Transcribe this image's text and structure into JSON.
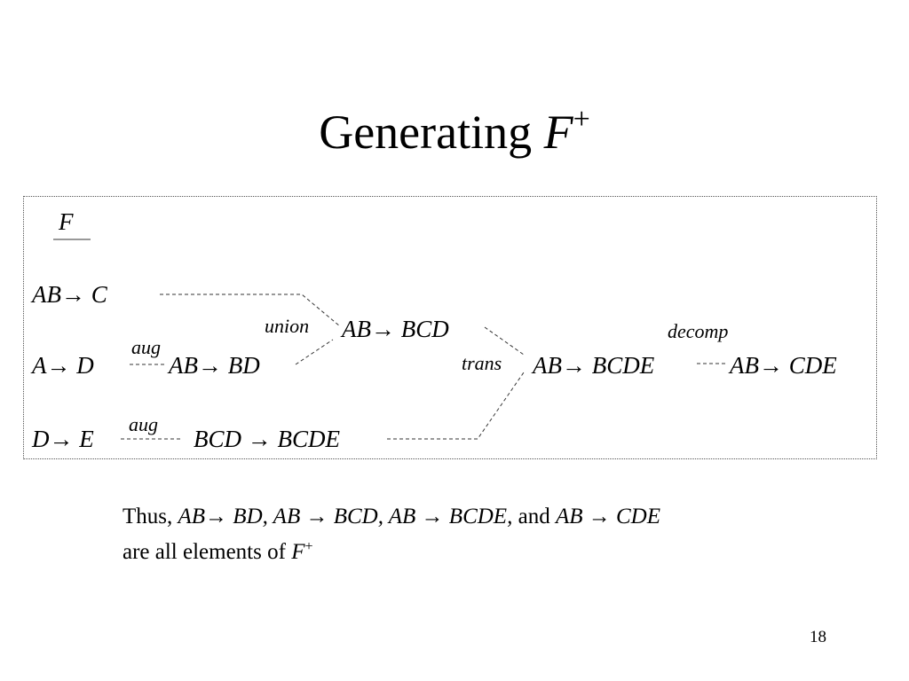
{
  "slide": {
    "title_main": "Generating ",
    "title_italic": "F",
    "title_sup": "+",
    "page_number": "18"
  },
  "diagram": {
    "f_header": "F",
    "fds": {
      "ab_c": "AB→  C",
      "a_d": "A→ D",
      "d_e": "D→ E",
      "ab_bd": "AB→ BD",
      "bcd_bcde": "BCD → BCDE",
      "ab_bcd": "AB→ BCD",
      "ab_bcde": "AB→ BCDE",
      "ab_cde": "AB→ CDE"
    },
    "rules": {
      "aug_1": "aug",
      "aug_2": "aug",
      "union": "union",
      "trans": "trans",
      "decomp": "decomp"
    }
  },
  "summary": {
    "thus": "Thus, ",
    "fd1": "AB→ BD, ",
    "fd2": "AB → BCD, ",
    "fd3": "AB → BCDE,",
    "and": " and ",
    "fd4": "AB  → CDE",
    "line2": "are all elements of ",
    "f": "F",
    "sup": "+"
  }
}
